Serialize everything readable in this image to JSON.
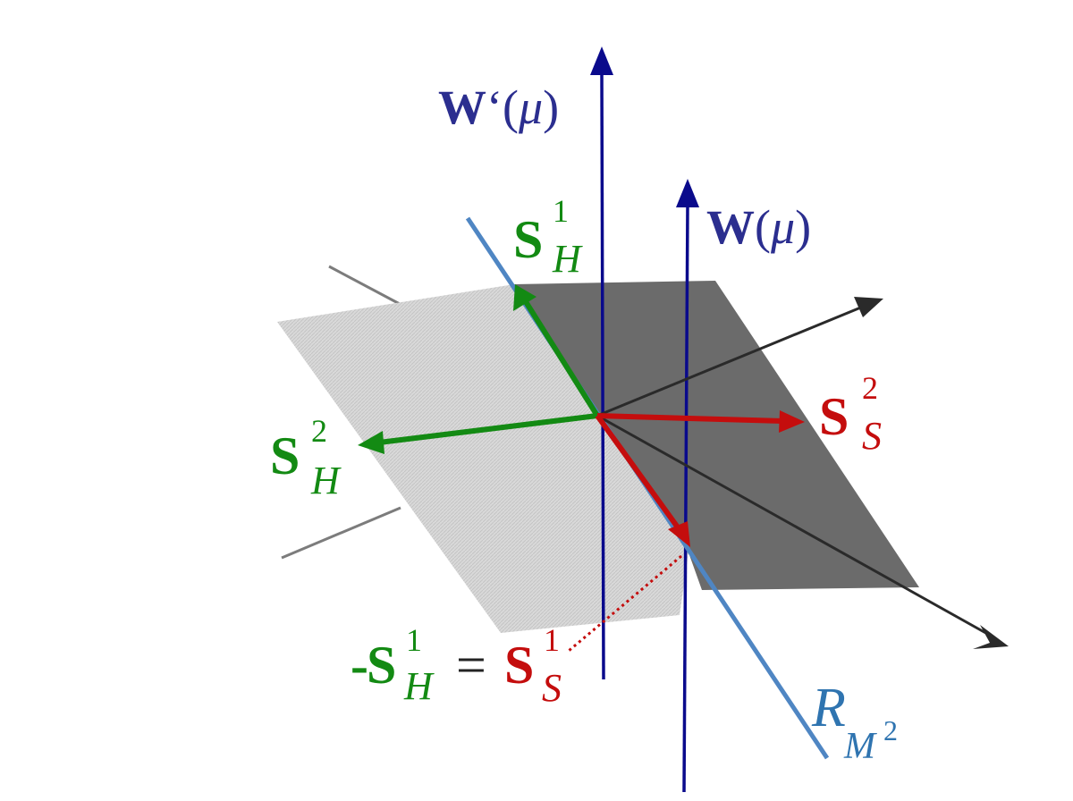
{
  "colors": {
    "blue_axis": "#0a0a8c",
    "blue_label": "#2b2e8f",
    "green": "#138a13",
    "red": "#c40d0d",
    "dark": "#2a2a2a",
    "light_blue": "#4f86c3",
    "plane_dark": "#6b6b6b",
    "plane_light": "#d6d6d6",
    "gray_line": "#7c7c7c"
  },
  "labels": {
    "w_prime": {
      "main": "W",
      "prime": "‘",
      "open": "(",
      "mu": "μ",
      "close": ")"
    },
    "w": {
      "main": "W",
      "open": "(",
      "mu": "μ",
      "close": ")"
    },
    "sh1": {
      "main": "S",
      "sup": "1",
      "sub": "H"
    },
    "sh2": {
      "main": "S",
      "sup": "2",
      "sub": "H"
    },
    "ss2": {
      "main": "S",
      "sup": "2",
      "sub": "S"
    },
    "eq": {
      "minus": "-",
      "main_left": "S",
      "sup_left": "1",
      "sub_left": "H",
      "equals": "=",
      "main_right": "S",
      "sup_right": "1",
      "sub_right": "S"
    },
    "rm2": {
      "main": "R",
      "sub": "M",
      "subsup": "2"
    }
  }
}
